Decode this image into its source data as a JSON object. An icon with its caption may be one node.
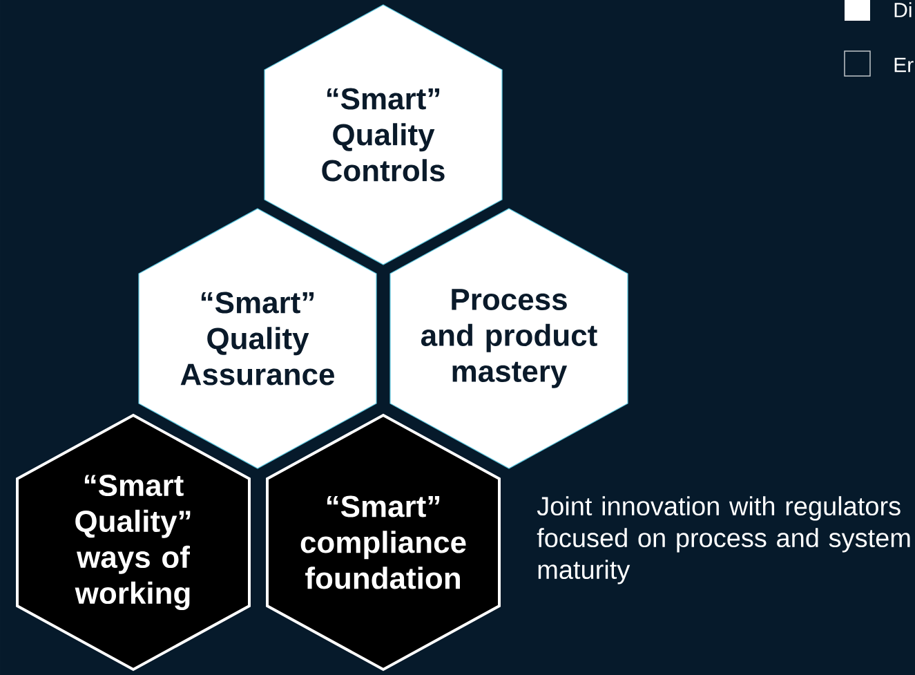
{
  "diagram": {
    "nodes": [
      {
        "text": [
          "“Smart” Quality Controls"
        ]
      },
      {
        "text": [
          "“Smart” Quality Assurance"
        ]
      },
      {
        "text": [
          "Process and product mastery"
        ]
      },
      {
        "text": [
          "“Smart Quality” ways of working"
        ]
      },
      {
        "text": [
          "“Smart” compliance foundation"
        ]
      }
    ],
    "labels": [
      "Joint innovation with regulators focused on process and system maturity"
    ],
    "legend": [
      {
        "text": "Di",
        "color": "#ffffff"
      },
      {
        "text": "Er"
      }
    ]
  }
}
